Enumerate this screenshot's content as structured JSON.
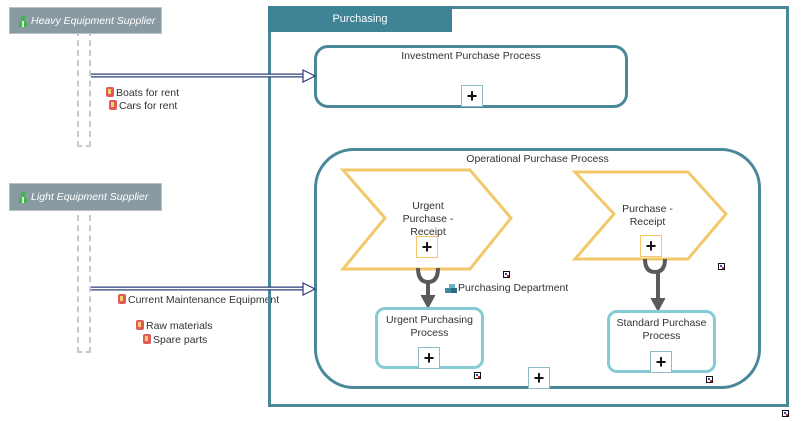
{
  "participants": [
    {
      "name": "Heavy Equipment Supplier",
      "icon": "person-icon",
      "messages": [
        "Boats for rent",
        "Cars for rent"
      ]
    },
    {
      "name": "Light Equipment Supplier",
      "icon": "person-icon",
      "messages": [
        "Current Maintenance Equipment",
        "Raw materials",
        "Spare parts"
      ]
    }
  ],
  "pool": {
    "title": "Purchasing",
    "processes": [
      {
        "title": "Investment Purchase Process",
        "expand": "+"
      },
      {
        "title": "Operational Purchase Process",
        "expand": "+",
        "value_chain": [
          {
            "label": "Urgent Purchase - Receipt",
            "expand": "+",
            "subprocess": {
              "title": "Urgent Purchasing Process",
              "expand": "+"
            }
          },
          {
            "label": "Purchase - Receipt",
            "expand": "+",
            "subprocess": {
              "title": "Standard Purchase Process",
              "expand": "+"
            }
          }
        ],
        "org_unit": {
          "label": "Purchasing Department",
          "icon": "org-unit-icon"
        }
      }
    ]
  },
  "colors": {
    "pool_border": "#4a8899",
    "pool_tab": "#3e8396",
    "value_chain": "#f2c86a",
    "subprocess_border": "#86cad6",
    "message_flow": "#2c3e7a",
    "participant_header": "#8a9aa3"
  }
}
